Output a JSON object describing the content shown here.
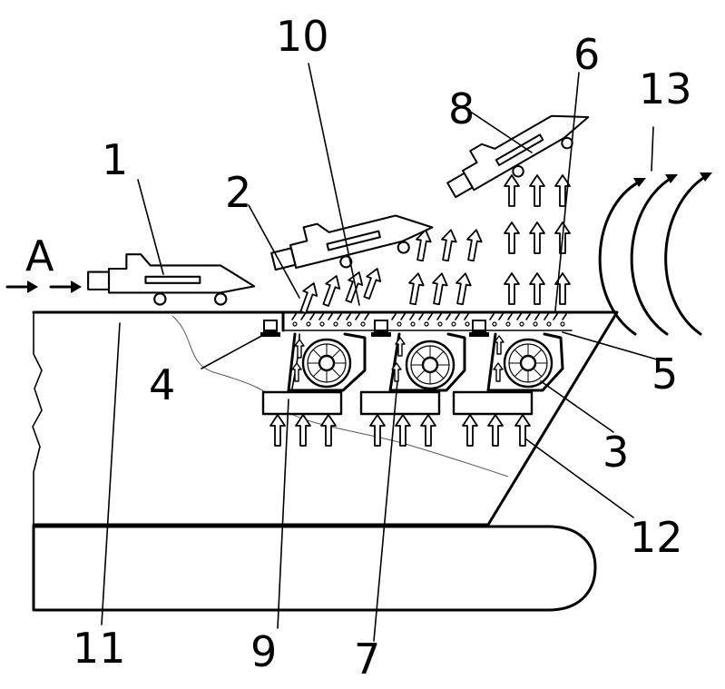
{
  "labels": {
    "l1": "1",
    "l2": "2",
    "l3": "3",
    "l4": "4",
    "l5": "5",
    "l6": "6",
    "l7": "7",
    "l8": "8",
    "l9": "9",
    "l10": "10",
    "l11": "11",
    "l12": "12",
    "l13": "13",
    "lA": "A"
  },
  "colors": {
    "ink": "#000000",
    "paper": "#ffffff"
  }
}
